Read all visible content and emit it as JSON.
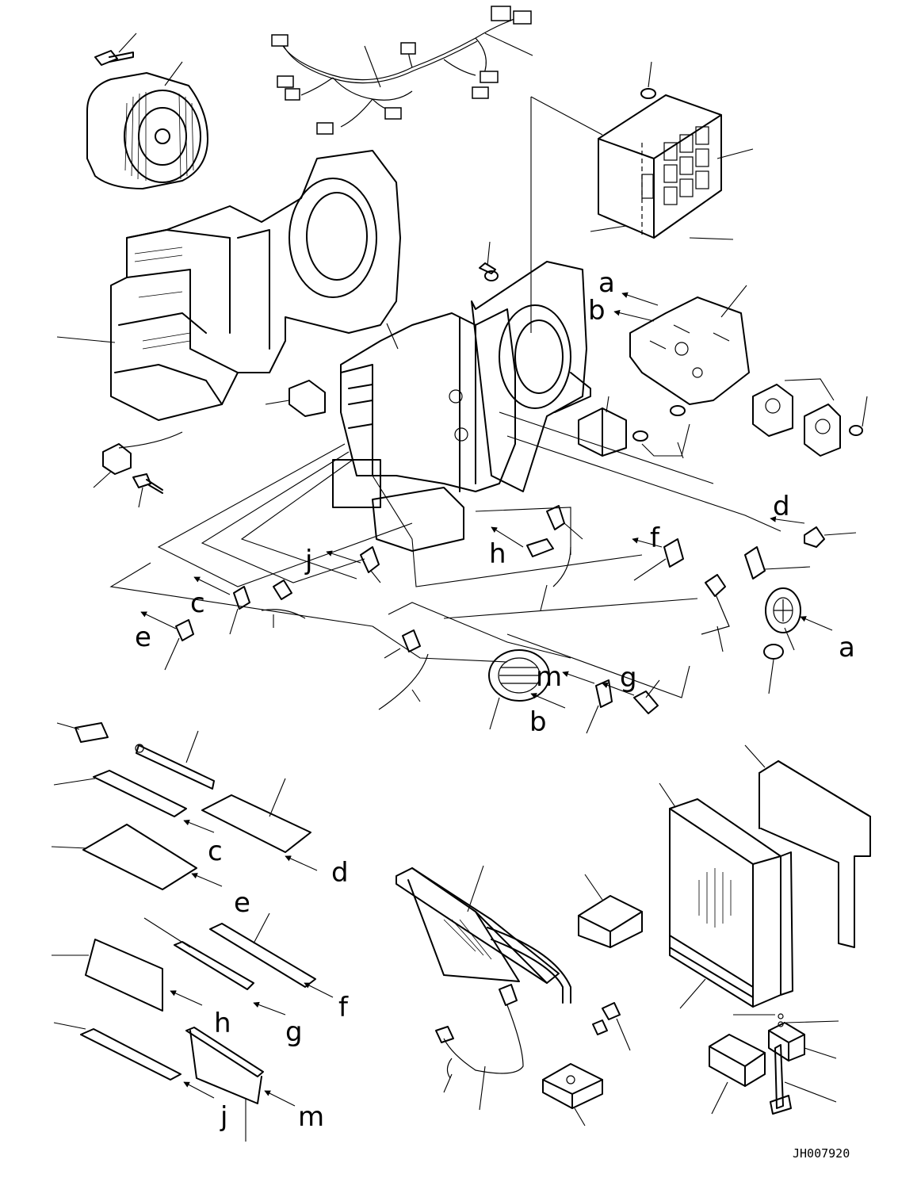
{
  "callouts": [
    "a",
    "b",
    "a",
    "b",
    "c",
    "c",
    "d",
    "d",
    "e",
    "e",
    "f",
    "f",
    "g",
    "g",
    "h",
    "h",
    "j",
    "j",
    "m",
    "m"
  ],
  "drawing_ref": "JH007920"
}
